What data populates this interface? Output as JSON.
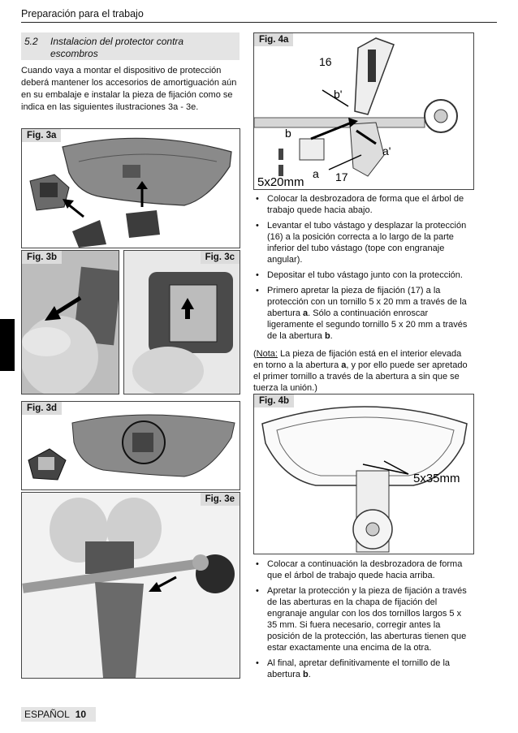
{
  "header": {
    "title": "Preparación para el trabajo"
  },
  "section": {
    "number": "5.2",
    "title": "Instalacion del protector contra escombros"
  },
  "intro": {
    "text": "Cuando vaya a montar el dispositivo de protección deberá mantener los accesorios de amortiguación aún en su embalaje e instalar la pieza de fijación como se indica en las siguientes ilustraciones 3a - 3e."
  },
  "figures": {
    "fig3a": "Fig. 3a",
    "fig3b": "Fig. 3b",
    "fig3c": "Fig. 3c",
    "fig3d": "Fig. 3d",
    "fig3e": "Fig. 3e",
    "fig4a": "Fig. 4a",
    "fig4b": "Fig. 4b"
  },
  "fig4a_labels": {
    "l16": "16",
    "lb1": "b'",
    "lb": "b",
    "la1": "a'",
    "la": "a",
    "l17": "17",
    "screw": "5x20mm"
  },
  "fig4b_labels": {
    "screw": "5x35mm"
  },
  "bullets1": [
    "Colocar la desbrozadora de forma que el árbol de trabajo quede hacia abajo.",
    "Levantar el tubo vástago y desplazar la protección (16) a la posición correcta a lo largo de la parte inferior del tubo vástago (tope con engranaje angular).",
    "Depositar el tubo vástago junto con la protección."
  ],
  "bullet4": {
    "before_a": "Primero apretar la pieza de fijación (17) a la protección con un tornillo 5 x 20 mm a través de la abertura ",
    "a": "a",
    "between": ". Sólo a continuación enroscar ligeramente el segundo tornillo 5 x 20 mm a través de la abertura ",
    "b": "b",
    "end": "."
  },
  "note": {
    "open": "(",
    "label": "Nota:",
    "text1": " La pieza de fijación está en el interior elevada en torno a la abertura ",
    "a": "a",
    "text2": ", y por ello puede ser apretado el primer tornillo a través de la abertura a sin que se tuerza la unión.)"
  },
  "bullets2": [
    "Colocar a continuación la desbrozadora de forma que el árbol de trabajo quede hacia arriba.",
    "Apretar la protección y la pieza de fijación a través de las aberturas en la chapa de fijación del engranaje angular con los dos tornillos largos 5 x 35 mm. Si fuera necesario, corregir antes la posición de la protección, las aberturas tienen que estar exactamente una encima de la otra."
  ],
  "bullet_last": {
    "text": "Al final, apretar definitivamente el tornillo de la abertura ",
    "b": "b",
    "end": "."
  },
  "footer": {
    "lang": "ESPAÑOL",
    "page": "10"
  }
}
